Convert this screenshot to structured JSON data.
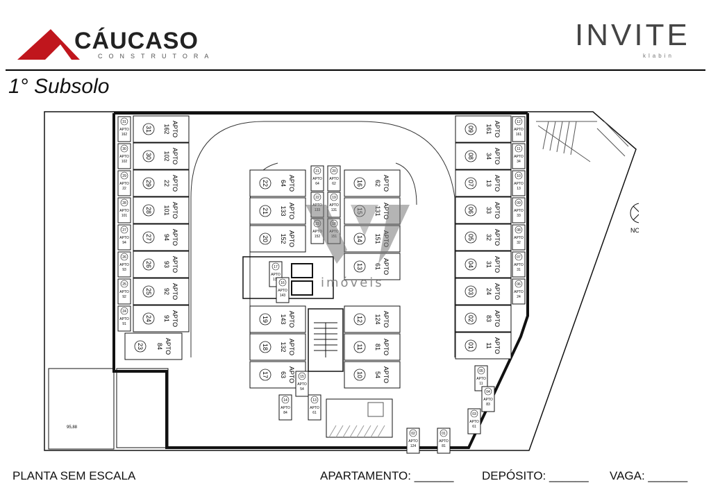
{
  "header": {
    "company_name": "CÁUCASO",
    "company_sub": "CONSTRUTORA",
    "project_name": "INVITE",
    "project_sub": "klabin"
  },
  "title": "1° Subsolo",
  "compass_label": "NORTE",
  "watermark": "imóveis",
  "spots_left": [
    {
      "vaga": "31",
      "apto": "APTO",
      "unit": "162",
      "dep": "31",
      "depApto": "APTO",
      "depUnit": "162"
    },
    {
      "vaga": "30",
      "apto": "APTO",
      "unit": "102",
      "dep": "30",
      "depApto": "APTO",
      "depUnit": "102"
    },
    {
      "vaga": "29",
      "apto": "APTO",
      "unit": "22",
      "dep": "29",
      "depApto": "APTO",
      "depUnit": "22"
    },
    {
      "vaga": "28",
      "apto": "APTO",
      "unit": "101",
      "dep": "28",
      "depApto": "APTO",
      "depUnit": "101"
    },
    {
      "vaga": "27",
      "apto": "APTO",
      "unit": "94",
      "dep": "27",
      "depApto": "APTO",
      "depUnit": "94"
    },
    {
      "vaga": "26",
      "apto": "APTO",
      "unit": "93",
      "dep": "26",
      "depApto": "APTO",
      "depUnit": "93"
    },
    {
      "vaga": "25",
      "apto": "APTO",
      "unit": "92",
      "dep": "25",
      "depApto": "APTO",
      "depUnit": "92"
    },
    {
      "vaga": "24",
      "apto": "APTO",
      "unit": "91",
      "dep": "24",
      "depApto": "APTO",
      "depUnit": "91"
    }
  ],
  "spot_left_bottom": {
    "vaga": "23",
    "apto": "APTO",
    "unit": "84"
  },
  "spots_center_left": [
    {
      "vaga": "22",
      "apto": "APTO",
      "unit": "64"
    },
    {
      "vaga": "21",
      "apto": "APTO",
      "unit": "133"
    },
    {
      "vaga": "20",
      "apto": "APTO",
      "unit": "152"
    }
  ],
  "spots_center_left_low": [
    {
      "vaga": "19",
      "apto": "APTO",
      "unit": "143"
    },
    {
      "vaga": "18",
      "apto": "APTO",
      "unit": "132"
    },
    {
      "vaga": "17",
      "apto": "APTO",
      "unit": "63"
    }
  ],
  "spots_center_right": [
    {
      "vaga": "16",
      "apto": "APTO",
      "unit": "62"
    },
    {
      "vaga": "15",
      "apto": "APTO",
      "unit": "131"
    },
    {
      "vaga": "14",
      "apto": "APTO",
      "unit": "151"
    },
    {
      "vaga": "13",
      "apto": "APTO",
      "unit": "61"
    }
  ],
  "spots_center_right_low": [
    {
      "vaga": "12",
      "apto": "APTO",
      "unit": "124"
    },
    {
      "vaga": "11",
      "apto": "APTO",
      "unit": "81"
    },
    {
      "vaga": "10",
      "apto": "APTO",
      "unit": "54"
    }
  ],
  "spots_right": [
    {
      "vaga": "09",
      "apto": "APTO",
      "unit": "161",
      "dep": "12",
      "depApto": "APTO",
      "depUnit": "161"
    },
    {
      "vaga": "08",
      "apto": "APTO",
      "unit": "34",
      "dep": "11",
      "depApto": "APTO",
      "depUnit": "34"
    },
    {
      "vaga": "07",
      "apto": "APTO",
      "unit": "13",
      "dep": "10",
      "depApto": "APTO",
      "depUnit": "13"
    },
    {
      "vaga": "06",
      "apto": "APTO",
      "unit": "33",
      "dep": "09",
      "depApto": "APTO",
      "depUnit": "33"
    },
    {
      "vaga": "05",
      "apto": "APTO",
      "unit": "32",
      "dep": "08",
      "depApto": "APTO",
      "depUnit": "32"
    },
    {
      "vaga": "04",
      "apto": "APTO",
      "unit": "31",
      "dep": "07",
      "depApto": "APTO",
      "depUnit": "31"
    },
    {
      "vaga": "03",
      "apto": "APTO",
      "unit": "24",
      "dep": "06",
      "depApto": "APTO",
      "depUnit": "24"
    },
    {
      "vaga": "02",
      "apto": "APTO",
      "unit": "83"
    },
    {
      "vaga": "01",
      "apto": "APTO",
      "unit": "11"
    }
  ],
  "core_deps": [
    {
      "dep": "21",
      "depApto": "APTO",
      "depUnit": "64"
    },
    {
      "dep": "20",
      "depApto": "APTO",
      "depUnit": "62"
    },
    {
      "dep": "22",
      "depApto": "APTO",
      "depUnit": "133"
    },
    {
      "dep": "19",
      "depApto": "APTO",
      "depUnit": "131"
    },
    {
      "dep": "23",
      "depApto": "APTO",
      "depUnit": "152"
    },
    {
      "dep": "18",
      "depApto": "APTO",
      "depUnit": "151"
    }
  ],
  "small_deps": [
    {
      "dep": "17",
      "depApto": "APTO",
      "depUnit": "132"
    },
    {
      "dep": "16",
      "depApto": "APTO",
      "depUnit": "143"
    },
    {
      "dep": "15",
      "depApto": "APTO",
      "depUnit": "54"
    },
    {
      "dep": "14",
      "depApto": "APTO",
      "depUnit": "84"
    },
    {
      "dep": "13",
      "depApto": "APTO",
      "depUnit": "61"
    },
    {
      "dep": "05",
      "depApto": "APTO",
      "depUnit": "11"
    },
    {
      "dep": "04",
      "depApto": "APTO",
      "depUnit": "83"
    },
    {
      "dep": "03",
      "depApto": "APTO",
      "depUnit": "61"
    },
    {
      "dep": "02",
      "depApto": "APTO",
      "depUnit": "124"
    },
    {
      "dep": "01",
      "depApto": "APTO",
      "depUnit": "81"
    }
  ],
  "elevation": "95,88",
  "footer": {
    "scale": "PLANTA SEM ESCALA",
    "apartamento": "APARTAMENTO: ______",
    "deposito": "DEPÓSITO: ______",
    "vaga": "VAGA: ______"
  },
  "colors": {
    "accent_red": "#c0161d",
    "ink": "#111111",
    "light_ink": "#666666"
  }
}
